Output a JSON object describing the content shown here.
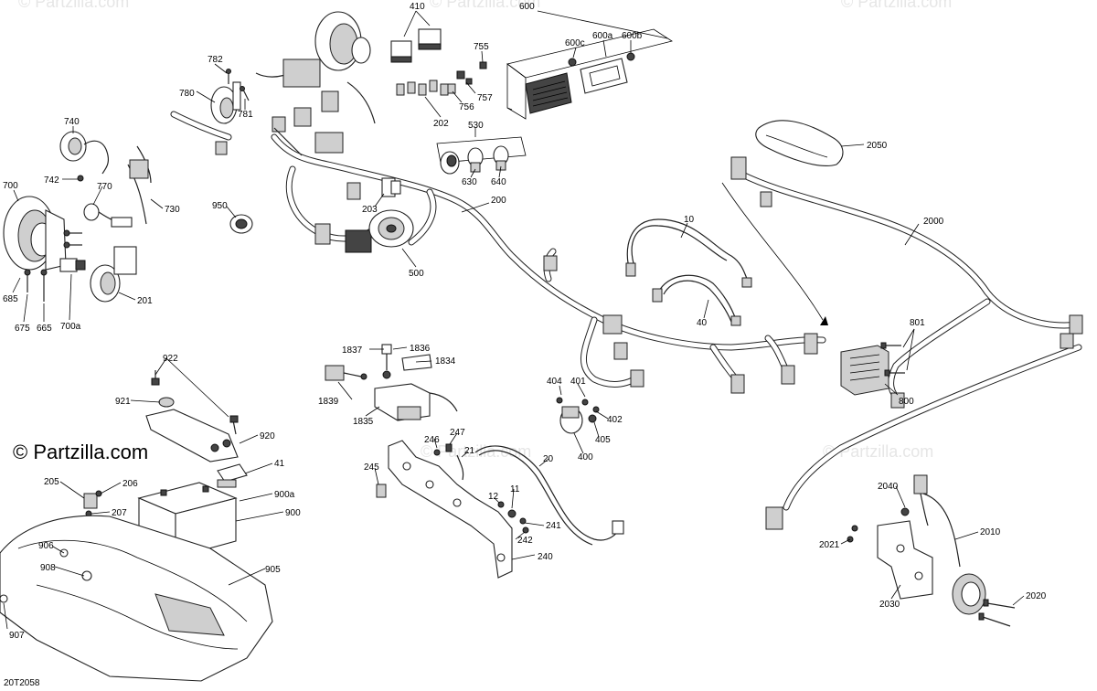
{
  "diagram": {
    "brand": "© Partzilla.com",
    "watermark": "© Partzilla.com",
    "drawing_code": "20T2058",
    "callouts": [
      "410",
      "600",
      "600c",
      "600a",
      "600b",
      "755",
      "757",
      "756",
      "202",
      "782",
      "780",
      "781",
      "740",
      "742",
      "770",
      "730",
      "700",
      "950",
      "203",
      "200",
      "500",
      "530",
      "630",
      "640",
      "685",
      "675",
      "665",
      "700a",
      "201",
      "2050",
      "10",
      "2000",
      "40",
      "801",
      "800",
      "1837",
      "1836",
      "1834",
      "1839",
      "1835",
      "404",
      "401",
      "402",
      "405",
      "400",
      "922",
      "921",
      "920",
      "41",
      "900a",
      "900",
      "205",
      "206",
      "207",
      "906",
      "908",
      "905",
      "907",
      "247",
      "246",
      "21",
      "245",
      "20",
      "11",
      "12",
      "241",
      "242",
      "240",
      "2040",
      "2010",
      "2021",
      "2030",
      "2020"
    ]
  }
}
